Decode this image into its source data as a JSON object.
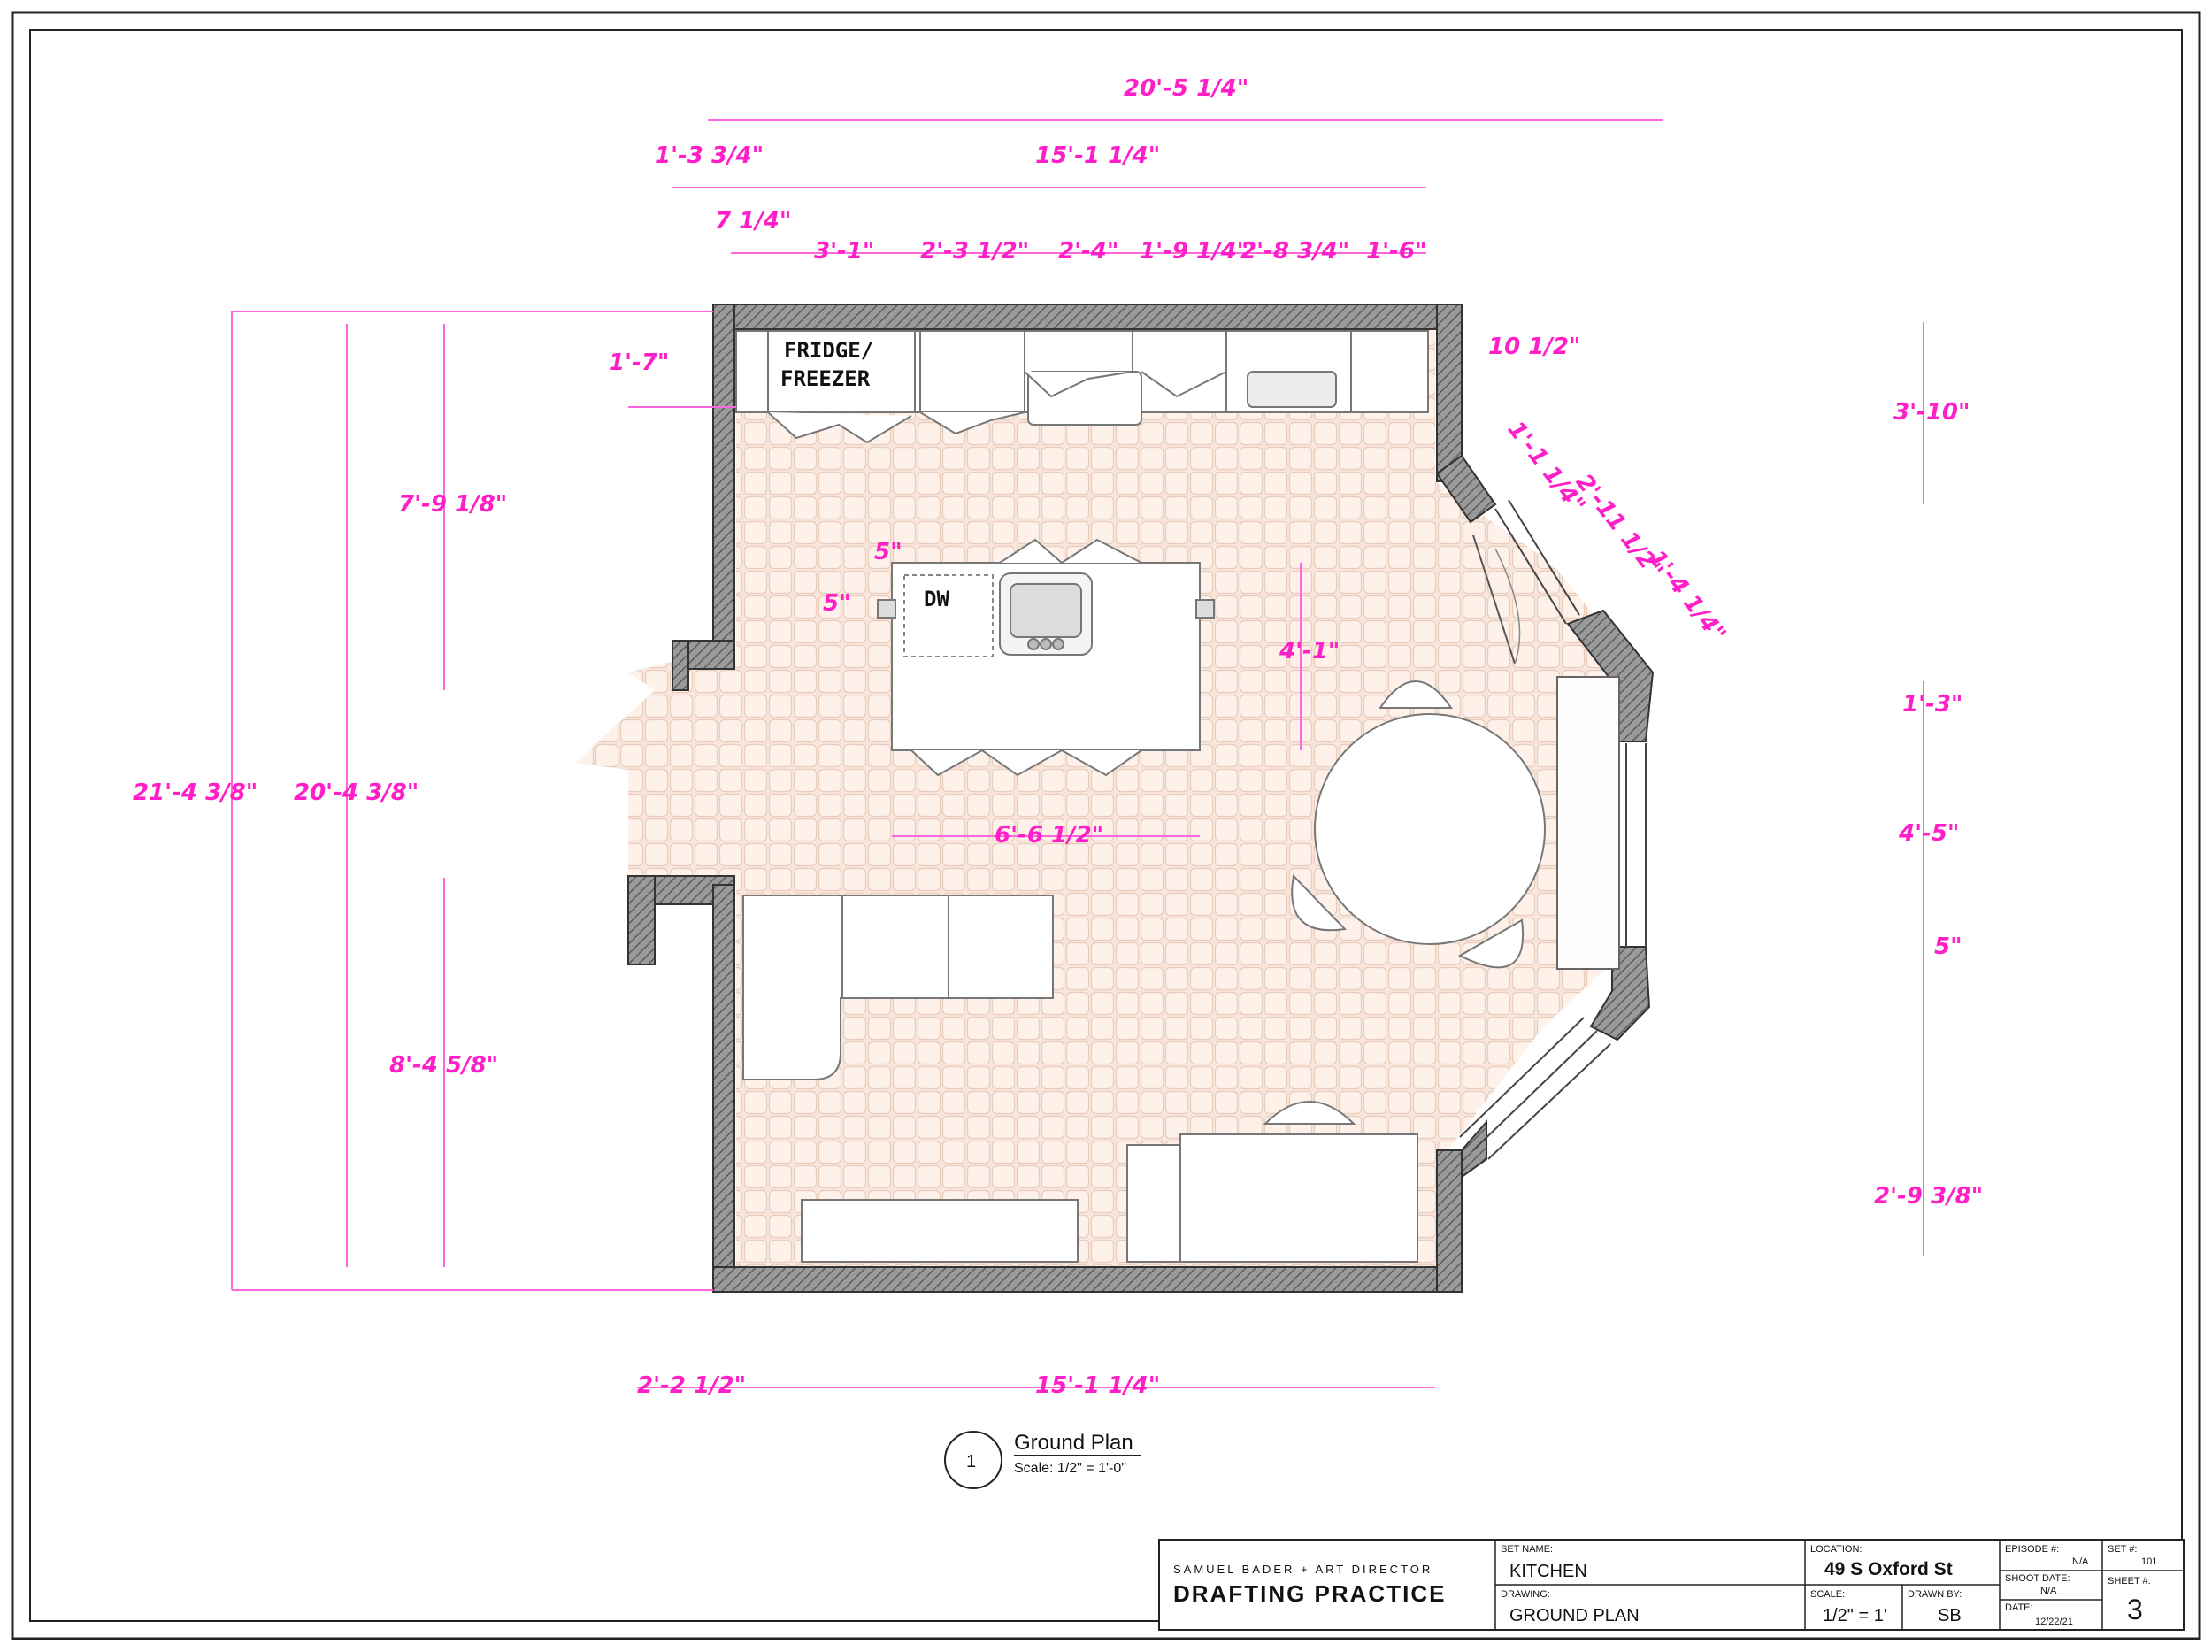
{
  "plan": {
    "title": "Ground Plan",
    "scale": "Scale: 1/2\" = 1'-0\"",
    "number": "1",
    "labels": {
      "fridge_line1": "FRIDGE/",
      "fridge_line2": "FREEZER",
      "dishwasher": "DW"
    }
  },
  "dimensions": {
    "overall_width": "20'-5 1/4\"",
    "top_inner_width": "15'-1 1/4\"",
    "top_offset": "1'-3 3/4\"",
    "fridge_gap": "7 1/4\"",
    "cab_1": "3'-1\"",
    "cab_2": "2'-3 1/2\"",
    "cab_3": "2'-4\"",
    "cab_4": "1'-9 1/4\"",
    "cab_5": "2'-8 3/4\"",
    "cab_6": "1'-6\"",
    "cab_depth": "1'-7\"",
    "counter_overhang": "10 1/2\"",
    "right_top": "3'-10\"",
    "angle_1": "1'-1 1/4\"",
    "angle_2": "2'-11 1/2\"",
    "angle_3": "1'-4 1/4\"",
    "right_pier": "1'-3\"",
    "right_window": "4'-5\"",
    "right_small": "5\"",
    "right_bottom": "2'-9 3/8\"",
    "left_upper": "7'-9 1/8\"",
    "left_overall": "20'-4 3/8\"",
    "overall_height": "21'-4 3/8\"",
    "left_lower": "8'-4 5/8\"",
    "island_depth": "4'-1\"",
    "island_width": "6'-6 1/2\"",
    "island_off_x": "5\"",
    "island_off_y": "5\"",
    "bottom_left": "2'-2 1/2\"",
    "bottom_inner": "15'-1 1/4\""
  },
  "title_block": {
    "firm": "SAMUEL BADER + ART DIRECTOR",
    "project": "DRAFTING PRACTICE",
    "set_name_label": "SET NAME:",
    "set_name": "KITCHEN",
    "drawing_label": "DRAWING:",
    "drawing": "GROUND PLAN",
    "location_label": "LOCATION:",
    "location": "49 S Oxford St",
    "scale_label": "SCALE:",
    "scale": "1/2\" = 1'",
    "drawn_by_label": "DRAWN BY:",
    "drawn_by": "SB",
    "episode_label": "EPISODE #:",
    "episode": "N/A",
    "set_no_label": "SET #:",
    "set_no": "101",
    "shoot_date_label": "SHOOT DATE:",
    "shoot_date": "N/A",
    "date_label": "DATE:",
    "date": "12/22/21",
    "sheet_label": "SHEET #:",
    "sheet": "3"
  },
  "colors": {
    "dimension": "#ff1fc8",
    "floor": "#f8e4d8",
    "wall": "#7a7a7a"
  }
}
